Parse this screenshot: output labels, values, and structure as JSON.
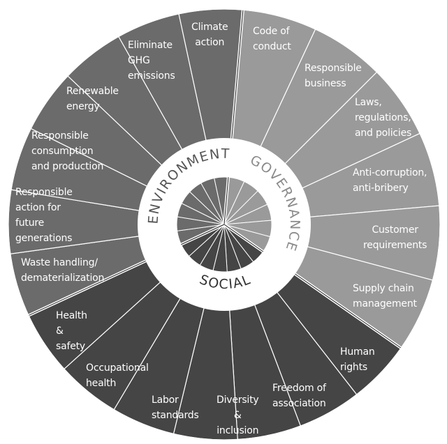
{
  "categories": [
    {
      "name": "ENVIRONMENT",
      "color": "#6b6b6b",
      "items": [
        {
          "lines": [
            "Waste handling/",
            "dematerialization"
          ]
        },
        {
          "lines": [
            "Responsible",
            "action for",
            "future",
            "generations"
          ]
        },
        {
          "lines": [
            "Responsible",
            "consumption",
            "and production"
          ]
        },
        {
          "lines": [
            "Renewable",
            "energy"
          ]
        },
        {
          "lines": [
            "Eliminate",
            "GHG",
            "emissions"
          ]
        },
        {
          "lines": [
            "Climate",
            "action"
          ]
        }
      ]
    },
    {
      "name": "GOVERNANCE",
      "color": "#9a9a9a",
      "items": [
        {
          "lines": [
            "Code of",
            "conduct"
          ]
        },
        {
          "lines": [
            "Responsible",
            "business"
          ]
        },
        {
          "lines": [
            "Laws,",
            "regulations,",
            "and policies"
          ]
        },
        {
          "lines": [
            "Anti-corruption,",
            "anti-bribery"
          ]
        },
        {
          "lines": [
            "Customer",
            "requirements"
          ]
        },
        {
          "lines": [
            "Supply chain",
            "management"
          ]
        }
      ]
    },
    {
      "name": "SOCIAL",
      "color": "#454545",
      "items": [
        {
          "lines": [
            "Human",
            "rights"
          ]
        },
        {
          "lines": [
            "Freedom of",
            "association"
          ]
        },
        {
          "lines": [
            "Diversity",
            "&",
            "inclusion"
          ]
        },
        {
          "lines": [
            "Labor",
            "standards"
          ]
        },
        {
          "lines": [
            "Occupational",
            "health"
          ]
        },
        {
          "lines": [
            "Health",
            "&",
            "safety"
          ]
        }
      ]
    }
  ]
}
